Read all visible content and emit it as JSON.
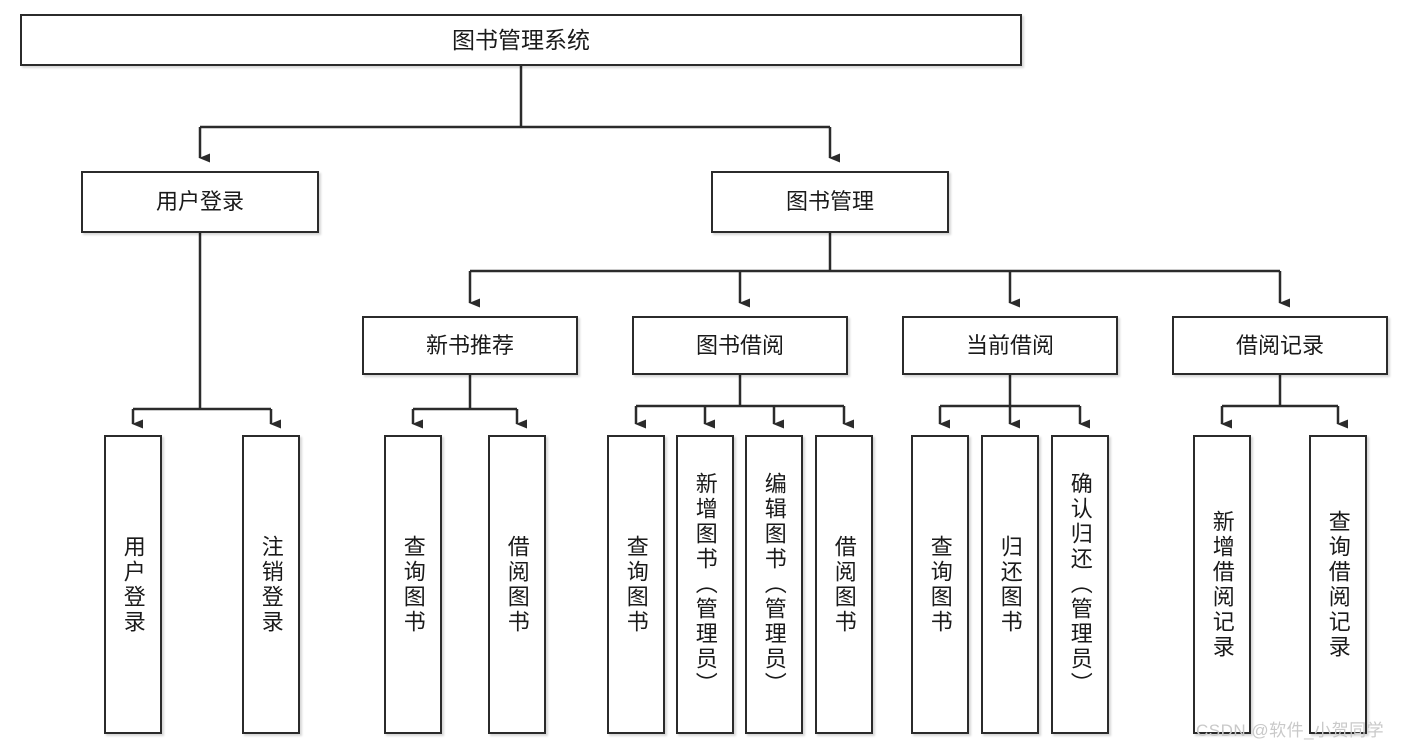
{
  "diagram": {
    "type": "tree",
    "title": "图书管理系统",
    "watermark": "CSDN @软件_小贺同学",
    "colors": {
      "box_border": "#2b2b2b",
      "box_fill": "#ffffff",
      "connector": "#2b2b2b",
      "text": "#1a1a1a",
      "watermark": "#c9c9c9"
    },
    "nodes": {
      "root": {
        "label": "图书管理系统",
        "orientation": "horizontal"
      },
      "level2": [
        {
          "id": "user-login",
          "label": "用户登录",
          "orientation": "horizontal"
        },
        {
          "id": "book-management",
          "label": "图书管理",
          "orientation": "horizontal"
        }
      ],
      "level3": [
        {
          "id": "new-book-recommend",
          "label": "新书推荐",
          "orientation": "horizontal"
        },
        {
          "id": "book-borrow",
          "label": "图书借阅",
          "orientation": "horizontal"
        },
        {
          "id": "current-borrow",
          "label": "当前借阅",
          "orientation": "horizontal"
        },
        {
          "id": "borrow-record",
          "label": "借阅记录",
          "orientation": "horizontal"
        }
      ],
      "leaves": [
        {
          "id": "leaf-user-login",
          "label": "用户登录",
          "parent": "user-login",
          "orientation": "vertical"
        },
        {
          "id": "leaf-user-logout",
          "label": "注销登录",
          "parent": "user-login",
          "orientation": "vertical"
        },
        {
          "id": "leaf-query-book-1",
          "label": "查询图书",
          "parent": "new-book-recommend",
          "orientation": "vertical"
        },
        {
          "id": "leaf-borrow-book-1",
          "label": "借阅图书",
          "parent": "new-book-recommend",
          "orientation": "vertical"
        },
        {
          "id": "leaf-query-book-2",
          "label": "查询图书",
          "parent": "book-borrow",
          "orientation": "vertical"
        },
        {
          "id": "leaf-add-book",
          "label": "新增图书（管理员）",
          "parent": "book-borrow",
          "orientation": "vertical"
        },
        {
          "id": "leaf-edit-book",
          "label": "编辑图书（管理员）",
          "parent": "book-borrow",
          "orientation": "vertical"
        },
        {
          "id": "leaf-borrow-book-2",
          "label": "借阅图书",
          "parent": "book-borrow",
          "orientation": "vertical"
        },
        {
          "id": "leaf-query-book-3",
          "label": "查询图书",
          "parent": "current-borrow",
          "orientation": "vertical"
        },
        {
          "id": "leaf-return-book",
          "label": "归还图书",
          "parent": "current-borrow",
          "orientation": "vertical"
        },
        {
          "id": "leaf-confirm-return",
          "label": "确认归还（管理员）",
          "parent": "current-borrow",
          "orientation": "vertical"
        },
        {
          "id": "leaf-add-record",
          "label": "新增借阅记录",
          "parent": "borrow-record",
          "orientation": "vertical"
        },
        {
          "id": "leaf-query-record",
          "label": "查询借阅记录",
          "parent": "borrow-record",
          "orientation": "vertical"
        }
      ]
    }
  }
}
